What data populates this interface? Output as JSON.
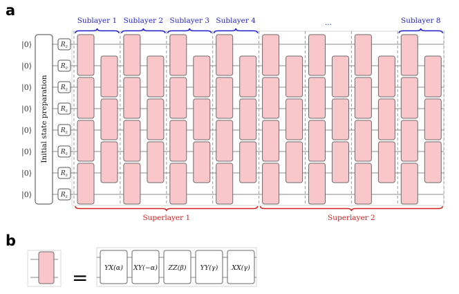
{
  "panels": [
    {
      "id": "a",
      "label": "a"
    },
    {
      "id": "b",
      "label": "b"
    }
  ],
  "circuit": {
    "initial_state": "|0⟩",
    "qubit_count": 8,
    "init_block_label": "Initial state preparation",
    "rz_label": "R",
    "rz_sub": "z",
    "sublayers": [
      {
        "label": "Sublayer 1"
      },
      {
        "label": "Sublayer 2"
      },
      {
        "label": "Sublayer 3"
      },
      {
        "label": "Sublayer 4"
      },
      {
        "label": ""
      },
      {
        "label": "..."
      },
      {
        "label": ""
      },
      {
        "label": "Sublayer 8"
      }
    ],
    "superlayers": [
      {
        "label": "Superlayer 1",
        "sublayer_span": [
          0,
          3
        ]
      },
      {
        "label": "Superlayer 2",
        "sublayer_span": [
          4,
          7
        ]
      }
    ]
  },
  "decomposition": {
    "equals": "=",
    "gates": [
      {
        "label": "YX(α)"
      },
      {
        "label": "XY(−α)"
      },
      {
        "label": "ZZ(β)"
      },
      {
        "label": "YY(γ)"
      },
      {
        "label": "XX(γ)"
      }
    ]
  },
  "colors": {
    "gate_fill": "#f9c6c9",
    "sublayer_brace": "#1f1fd0",
    "superlayer_brace": "#d41d1d"
  }
}
